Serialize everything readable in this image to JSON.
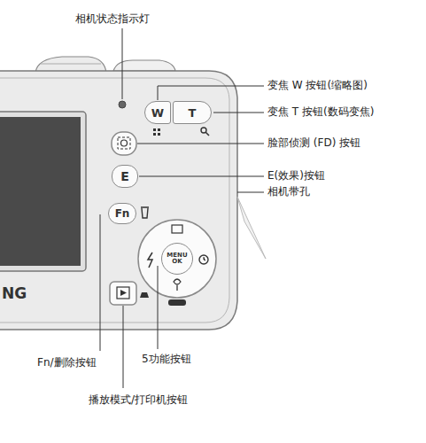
{
  "diagram": {
    "nodes": [
      {
        "text": [
          "W"
        ]
      },
      {
        "text": [
          "T"
        ]
      },
      {
        "text": [
          "E"
        ]
      },
      {
        "text": [
          "Fn"
        ]
      },
      {
        "text": [
          "MENU OK"
        ]
      }
    ],
    "labels": [
      "相机状态指示灯",
      "变焦 W 按钮(缩略图)",
      "变焦 T 按钮(数码变焦)",
      "脸部侦测 (FD) 按钮",
      "E(效果)按钮",
      "相机带孔",
      "NG",
      "Fn/删除按钮",
      "5功能按钮",
      "播放模式/打印机按钮"
    ]
  }
}
